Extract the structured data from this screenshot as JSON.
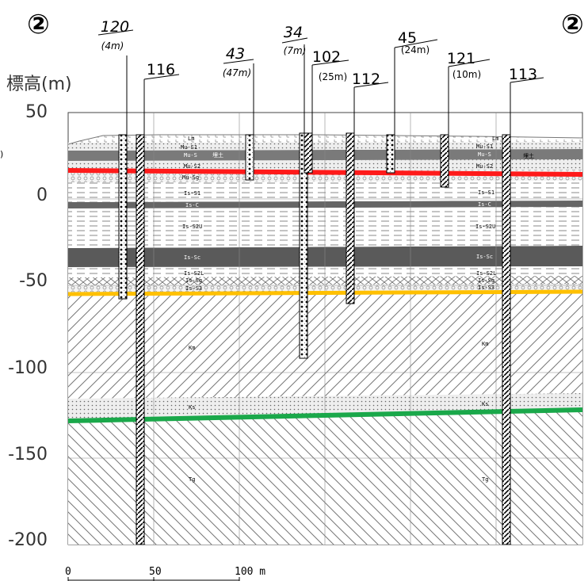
{
  "section_marks": {
    "left": "②",
    "right": "②"
  },
  "axis": {
    "label": "標高(m)",
    "ticks": [
      {
        "value": 50,
        "label": "50"
      },
      {
        "value": 0,
        "label": "0"
      },
      {
        "value": -50,
        "label": "-50"
      },
      {
        "value": -100,
        "label": "-100"
      },
      {
        "value": -150,
        "label": "-150"
      },
      {
        "value": -200,
        "label": "-200"
      }
    ]
  },
  "scale_bar": {
    "labels": [
      "0",
      "50",
      "100 m"
    ]
  },
  "stray_mark": ")",
  "boreholes": [
    {
      "id": "120",
      "note": "(4m)"
    },
    {
      "id": "116",
      "note": ""
    },
    {
      "id": "43",
      "note": "(47m)"
    },
    {
      "id": "34",
      "note": "(7m)"
    },
    {
      "id": "102",
      "note": "(25m)"
    },
    {
      "id": "112",
      "note": ""
    },
    {
      "id": "45",
      "note": "(24m)"
    },
    {
      "id": "121",
      "note": "(10m)"
    },
    {
      "id": "113",
      "note": ""
    }
  ],
  "layer_labels": {
    "Lm": "Lm",
    "Mu_S1": "Mu-S1",
    "Mu_S": "Mu-S",
    "Mu_S2": "Mu-S2",
    "Mu_Sg": "Mu-Sg",
    "Is_S1": "Is-S1",
    "Is_C": "Is-C",
    "Is_S2U": "Is-S2U",
    "Is_Sc": "Is-Sc",
    "Is_S2L": "Is-S2L",
    "Is_Sg": "Is-Sg",
    "Is_S3": "Is-S3",
    "Km": "Km",
    "Ks": "Ks",
    "Tg": "Tg",
    "fill_mark": "埋土"
  },
  "boundary_colors": {
    "red": "#ff1a1a",
    "yellow": "#ffc000",
    "green": "#1aa84a"
  }
}
